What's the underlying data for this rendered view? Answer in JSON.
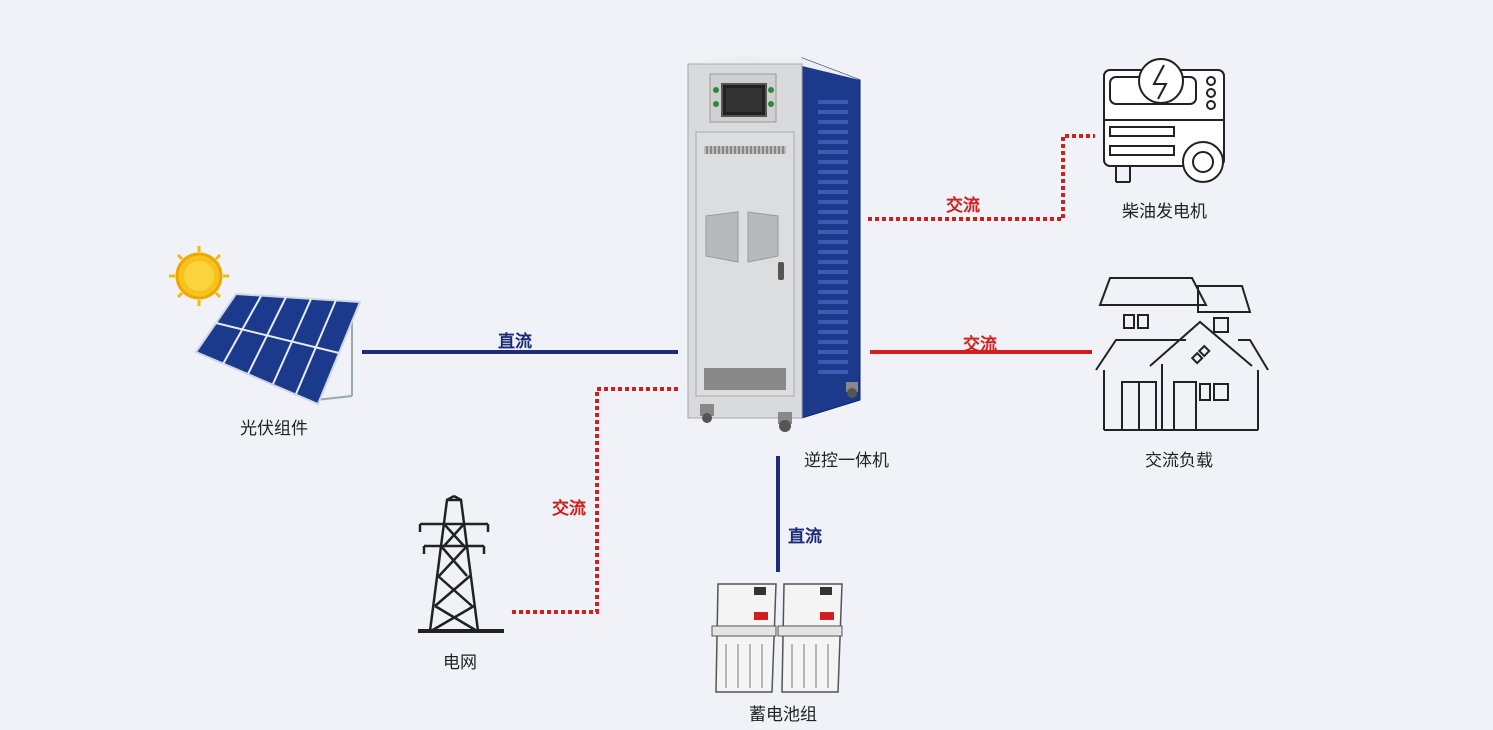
{
  "colors": {
    "dc_line": "#1c2b7a",
    "ac_line": "#d11f1f",
    "background": "#f0f2f7",
    "panel_blue": "#1b3a8c",
    "cabinet_gray": "#d9d9d9"
  },
  "devices": {
    "inverter": {
      "label": "逆控一体机",
      "icon": "inverter-cabinet"
    },
    "solar": {
      "label": "光伏组件",
      "icon": "solar-panel"
    },
    "grid": {
      "label": "电网",
      "icon": "power-tower"
    },
    "battery": {
      "label": "蓄电池组",
      "icon": "battery-pack"
    },
    "generator": {
      "label": "柴油发电机",
      "icon": "diesel-generator"
    },
    "load": {
      "label": "交流负载",
      "icon": "house"
    }
  },
  "connections": {
    "solar_link": {
      "label": "直流",
      "type": "DC"
    },
    "grid_link": {
      "label": "交流",
      "type": "AC"
    },
    "battery_link": {
      "label": "直流",
      "type": "DC"
    },
    "generator_link": {
      "label": "交流",
      "type": "AC"
    },
    "load_link": {
      "label": "交流",
      "type": "AC"
    }
  }
}
